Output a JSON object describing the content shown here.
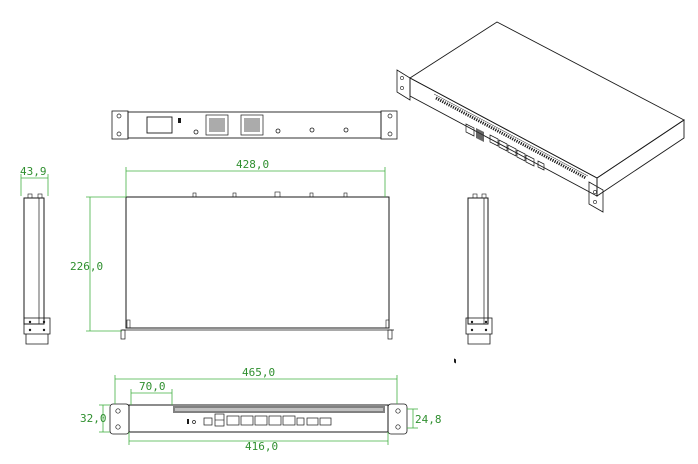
{
  "dimensions": {
    "depth_side": "43,9",
    "width_top": "428,0",
    "height_top": "226,0",
    "width_overall": "465,0",
    "offset_front": "70,0",
    "height_front": "32,0",
    "height_inner": "24,8",
    "width_inner": "416,0"
  },
  "colors": {
    "dimension": "#43b043",
    "drawing": "#1a1a1a",
    "background": "#ffffff"
  },
  "views": [
    "rear-panel-view",
    "top-view",
    "left-side-view",
    "right-side-view",
    "front-panel-view",
    "isometric-view"
  ]
}
